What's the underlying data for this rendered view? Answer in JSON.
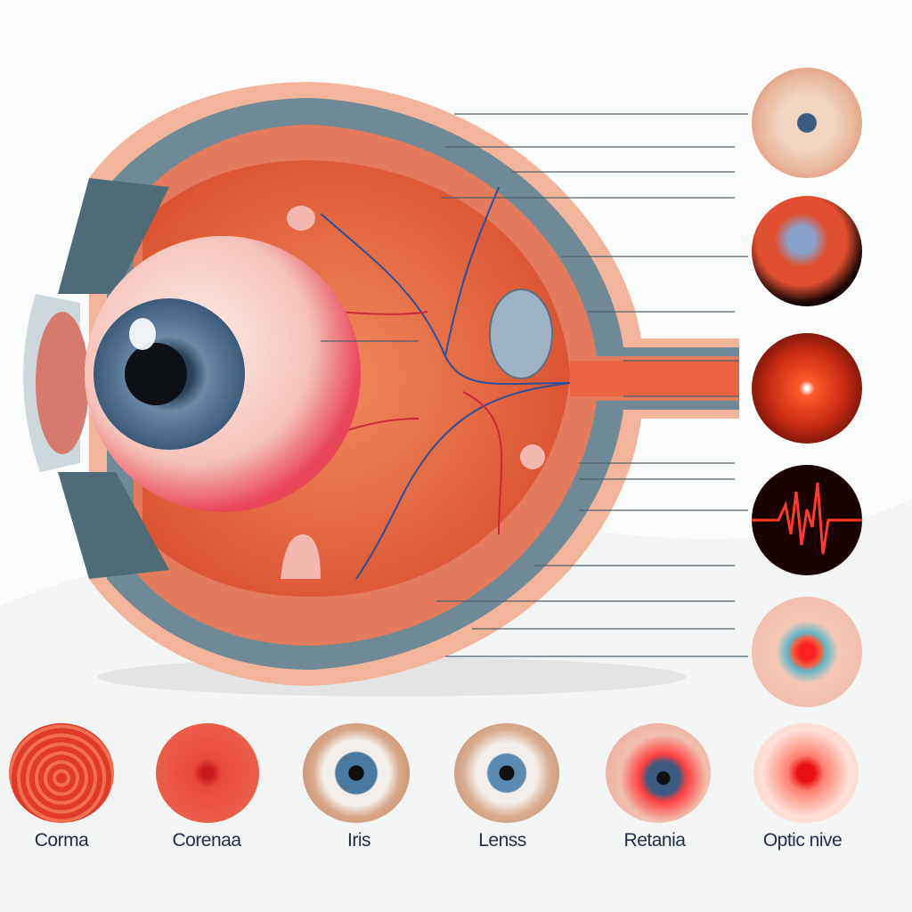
{
  "labels": [
    "Corma",
    "Corenaa",
    "Iris",
    "Lenss",
    "Retania",
    "Optic nive"
  ],
  "colors": {
    "background": "#fbfcfc",
    "retina": "#e8653f",
    "sclera_outer": "#f2b49a",
    "choroid_band": "#6f8a96",
    "vessel_red": "#d7263d",
    "vessel_blue": "#2c4f9e",
    "label_text": "#1f2d45"
  }
}
